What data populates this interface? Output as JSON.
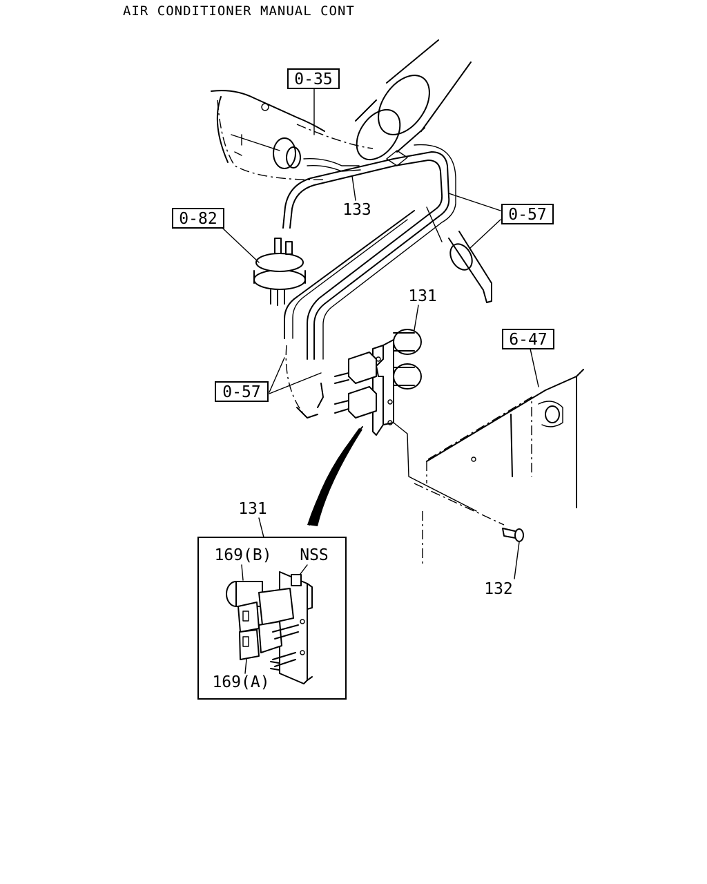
{
  "title": "AIR CONDITIONER MANUAL CONT",
  "refs": {
    "r035": "0-35",
    "r082": "0-82",
    "r057_top": "0-57",
    "r057_left": "0-57",
    "r647": "6-47"
  },
  "parts": {
    "p133": "133",
    "p131_top": "131",
    "p131_detail": "131",
    "p132": "132"
  },
  "detail": {
    "p169b": "169(B)",
    "nss": "NSS",
    "p169a": "169(A)"
  }
}
